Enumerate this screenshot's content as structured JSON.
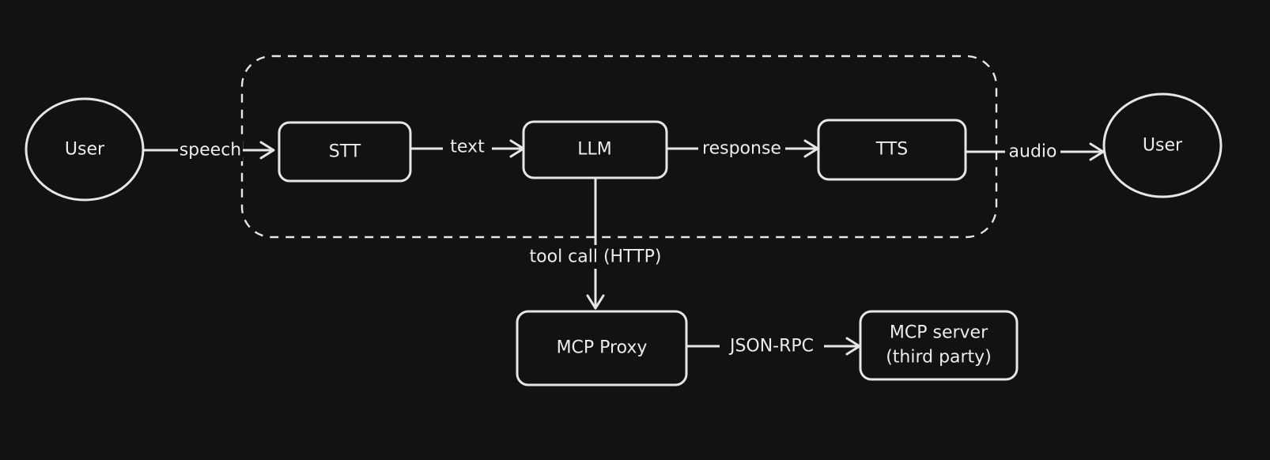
{
  "nodes": {
    "user_left": "User",
    "stt": "STT",
    "llm": "LLM",
    "tts": "TTS",
    "user_right": "User",
    "mcp_proxy": "MCP Proxy",
    "mcp_server_line1": "MCP server",
    "mcp_server_line2": "(third party)"
  },
  "edges": {
    "speech": "speech",
    "text": "text",
    "response": "response",
    "audio": "audio",
    "tool_call": "tool call (HTTP)",
    "json_rpc": "JSON-RPC"
  },
  "colors": {
    "background": "#121212",
    "stroke": "#e6e6e6",
    "text": "#ececec"
  }
}
